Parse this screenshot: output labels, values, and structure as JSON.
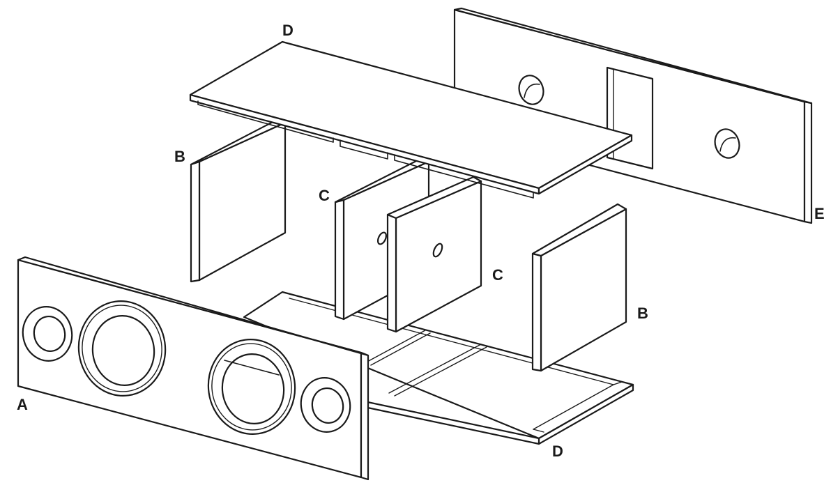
{
  "diagram": {
    "labels": {
      "A": "A",
      "B_left": "B",
      "B_right": "B",
      "C_left": "C",
      "C_right": "C",
      "D_top": "D",
      "D_bottom": "D",
      "E": "E"
    },
    "colors": {
      "stroke": "#1a1a1a",
      "fill": "#ffffff",
      "label": "#1a1a1a"
    }
  }
}
